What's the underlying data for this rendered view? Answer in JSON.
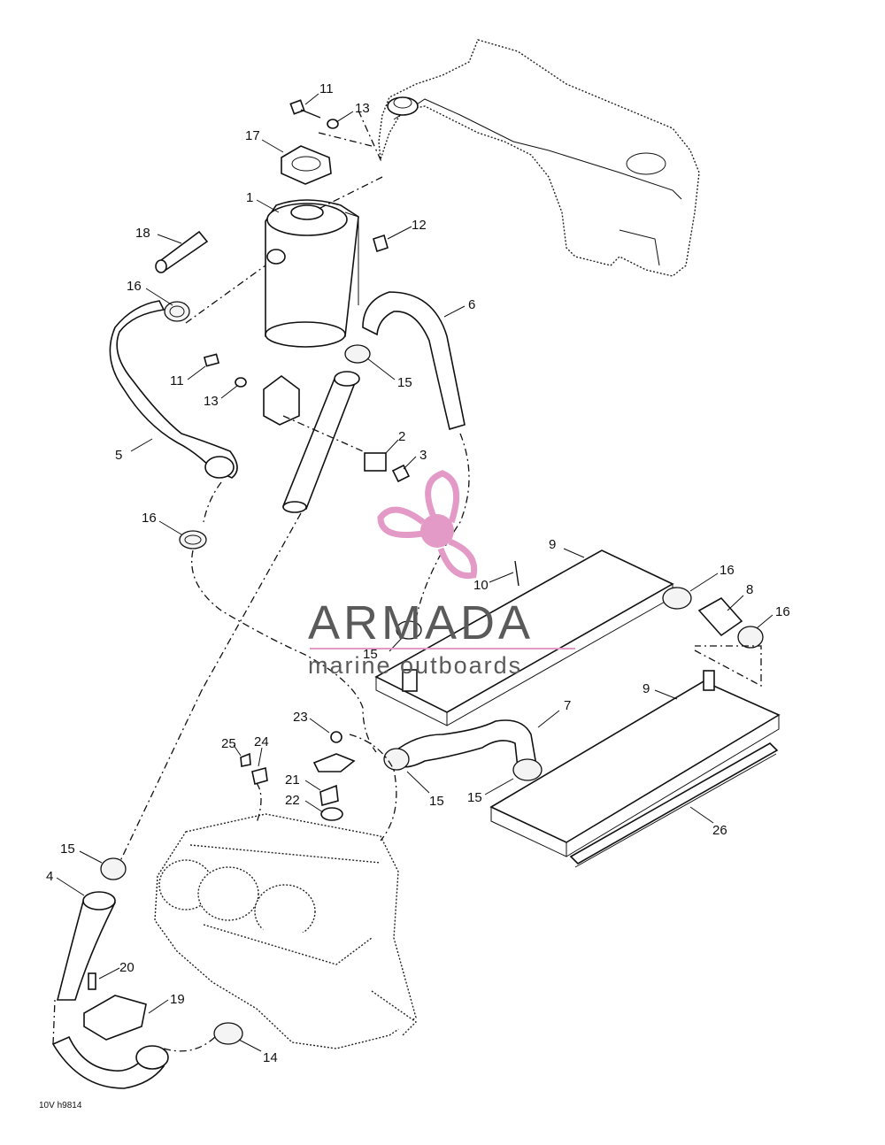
{
  "diagram": {
    "reference_code": "10V h9814",
    "labels": {
      "p1": "1",
      "p2": "2",
      "p3": "3",
      "p4": "4",
      "p5": "5",
      "p6": "6",
      "p7": "7",
      "p8": "8",
      "p9a": "9",
      "p9b": "9",
      "p10": "10",
      "p11a": "11",
      "p11b": "11",
      "p12": "12",
      "p13a": "13",
      "p13b": "13",
      "p14": "14",
      "p15a": "15",
      "p15b": "15",
      "p15c": "15",
      "p15d": "15",
      "p15e": "15",
      "p16a": "16",
      "p16b": "16",
      "p16c": "16",
      "p16d": "16",
      "p17": "17",
      "p18": "18",
      "p19": "19",
      "p20": "20",
      "p21": "21",
      "p22": "22",
      "p23": "23",
      "p24": "24",
      "p25": "25",
      "p26": "26"
    }
  },
  "watermark": {
    "brand": "ARMADA",
    "tagline": "marine outboards",
    "logo_color": "#e49ac6",
    "text_color": "#5a5a5a"
  }
}
